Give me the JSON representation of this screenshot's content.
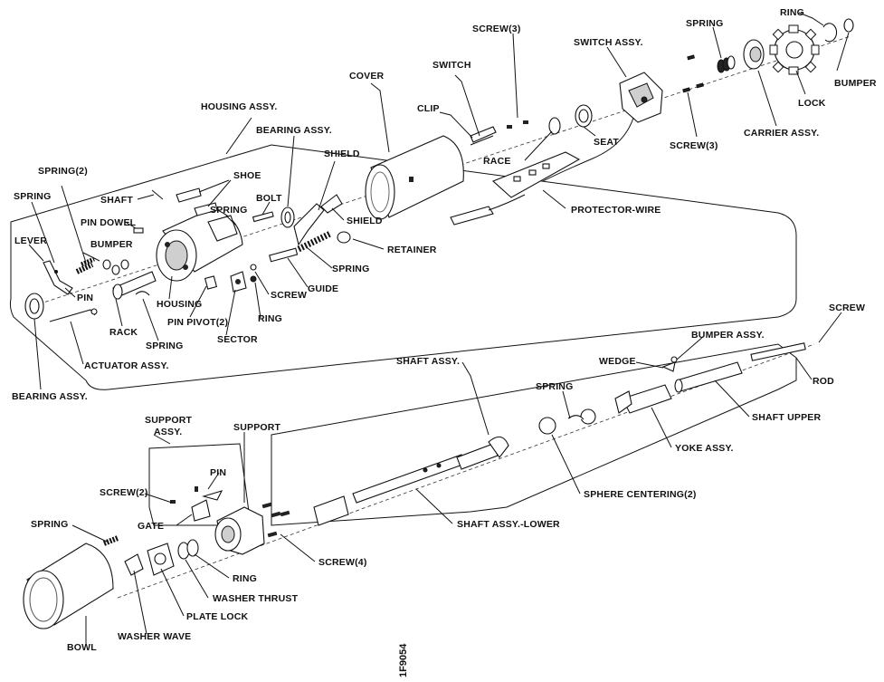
{
  "labels": {
    "ring_top": "RING",
    "spring_top": "SPRING",
    "screw3_top": "SCREW(3)",
    "switch_assy": "SWITCH ASSY.",
    "bumper_top": "BUMPER",
    "lock": "LOCK",
    "carrier_assy": "CARRIER ASSY.",
    "screw3_mid": "SCREW(3)",
    "seat": "SEAT",
    "race": "RACE",
    "switch": "SWITCH",
    "clip": "CLIP",
    "cover": "COVER",
    "housing_assy": "HOUSING ASSY.",
    "bearing_assy_top": "BEARING ASSY.",
    "shield_top": "SHIELD",
    "shoe": "SHOE",
    "bolt": "BOLT",
    "shaft": "SHAFT",
    "spring2": "SPRING(2)",
    "spring_left": "SPRING",
    "pin_dowel": "PIN DOWEL",
    "spring_mid": "SPRING",
    "shield_bottom": "SHIELD",
    "protector_wire": "PROTECTOR-WIRE",
    "lever": "LEVER",
    "bumper_mid": "BUMPER",
    "retainer": "RETAINER",
    "spring_guide": "SPRING",
    "guide": "GUIDE",
    "screw_mid": "SCREW",
    "pin": "PIN",
    "housing": "HOUSING",
    "ring_mid": "RING",
    "rack": "RACK",
    "pin_pivot2": "PIN PIVOT(2)",
    "spring_rack": "SPRING",
    "sector": "SECTOR",
    "actuator_assy": "ACTUATOR ASSY.",
    "bearing_assy_bottom": "BEARING ASSY.",
    "screw_right": "SCREW",
    "bumper_assy": "BUMPER ASSY.",
    "wedge": "WEDGE",
    "rod": "ROD",
    "shaft_assy": "SHAFT ASSY.",
    "spring_sphere": "SPRING",
    "shaft_upper": "SHAFT UPPER",
    "yoke_assy": "YOKE ASSY.",
    "support_assy_1": "SUPPORT",
    "support_assy_2": "ASSY.",
    "support": "SUPPORT",
    "pin_support": "PIN",
    "sphere_centering": "SPHERE CENTERING(2)",
    "screw2": "SCREW(2)",
    "gate": "GATE",
    "shaft_assy_lower": "SHAFT ASSY.-LOWER",
    "spring_bowl": "SPRING",
    "screw4": "SCREW(4)",
    "ring_low": "RING",
    "washer_thrust": "WASHER THRUST",
    "plate_lock": "PLATE LOCK",
    "washer_wave": "WASHER WAVE",
    "bowl": "BOWL",
    "figure_id": "1F9054"
  }
}
